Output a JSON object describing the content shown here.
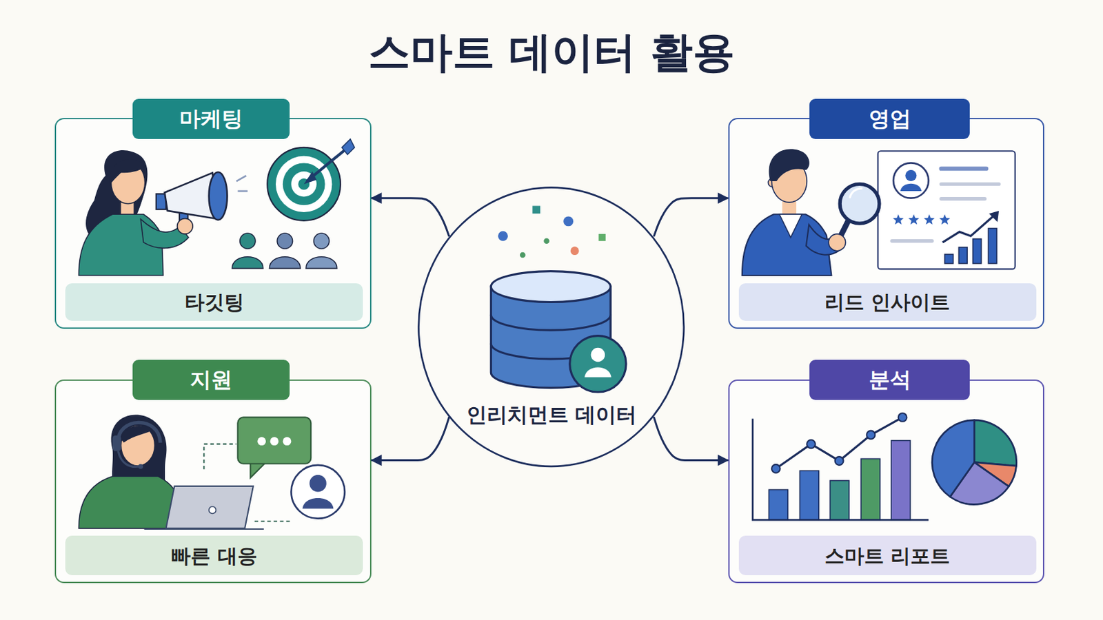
{
  "diagram": {
    "title": "스마트 데이터 활용",
    "nodes": [
      {
        "text": [
          "마케팅"
        ]
      },
      {
        "text": [
          "타깃팅"
        ],
        "in": 0
      },
      {
        "text": [
          "영업"
        ]
      },
      {
        "text": [
          "리드 인사이트"
        ],
        "in": 2
      },
      {
        "text": [
          "인리치먼트 데이터"
        ]
      },
      {
        "text": [
          "지원"
        ]
      },
      {
        "text": [
          "빠른 대응"
        ],
        "in": 5
      },
      {
        "text": [
          "분석"
        ]
      },
      {
        "text": [
          "스마트 리포트"
        ],
        "in": 7
      }
    ],
    "edges": [
      {
        "from": 4,
        "to": 0,
        "arrow": "to"
      },
      {
        "from": 4,
        "to": 2,
        "arrow": "to"
      },
      {
        "from": 4,
        "to": 5,
        "arrow": "to"
      },
      {
        "from": 4,
        "to": 7,
        "arrow": "to"
      }
    ]
  }
}
